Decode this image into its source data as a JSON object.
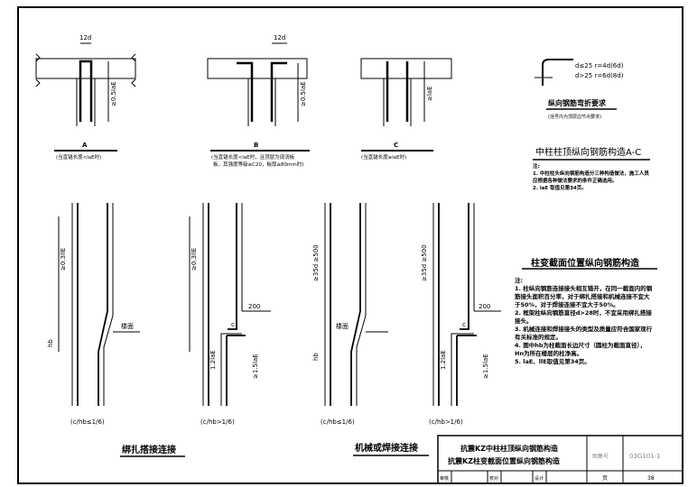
{
  "details": {
    "A": {
      "label": "A",
      "condition": "(当直锚长度<laE时)",
      "dim_top": "12d",
      "dim_side": "≥0.5laE"
    },
    "B": {
      "label": "B",
      "condition_line1": "(当直锚长度<laE时，且顶层为现浇板",
      "condition_line2": "板，其强度等级≥C20，板厚≥80mm时)",
      "dim_top": "12d",
      "dim_side": "≥0.5laE"
    },
    "C": {
      "label": "C",
      "condition": "(当直锚长度≥laE时)",
      "dim_side": "≥laE"
    }
  },
  "bend": {
    "rule1": "d≤25  r=4d(6d)",
    "rule2": "d>25  r=6d(8d)",
    "title": "纵向钢筋弯折要求",
    "subtitle": "(括号内为顶层边节点要求)"
  },
  "section1": {
    "title": "中柱柱顶纵向钢筋构造A-C",
    "notes_prefix": "注:",
    "notes": [
      "1. 中柱柱头纵向钢筋构造分三种构造做法，施工人员应根据各种做法要求的条件正确选用。",
      "2. laE 取值见第34页。"
    ]
  },
  "section2": {
    "title": "柱变截面位置纵向钢筋构造",
    "notes_prefix": "注:",
    "notes": [
      "1. 柱纵向钢筋连接接头相互错开，在同一截面内的钢筋接头面积百分率，对于绑扎搭接和机械连接不宜大于50%，对于焊接连接不宜大于50%。",
      "2. 框架柱纵向钢筋直径d>28时，不宜采用绑扎搭接接头。",
      "3. 机械连接和焊接接头的类型及质量应符合国家现行有关标准的规定。",
      "4. 图中hb为柱截面长边尺寸（圆柱为截面直径），Hn为所在楼层的柱净高。",
      "5. laE、llE取值见第34页。"
    ]
  },
  "columns": {
    "ratio_le": "(c/hb≤1/6)",
    "ratio_gt": "(c/hb>1/6)",
    "dim_c": "c",
    "dim_200": "200",
    "dim_15": "≥1.5laE",
    "dim_12": "1.2laE",
    "dim_lle": "≥0.3llE",
    "dim_500": "≥35d ≥500",
    "floor": "楼面",
    "hb": "hb"
  },
  "captions": {
    "lap": "绑扎搭接连接",
    "mech": "机械或焊接连接"
  },
  "titleblock": {
    "title1": "抗震KZ中柱柱顶纵向钢筋构造",
    "title2": "抗震KZ柱变截面位置纵向钢筋构造",
    "atlas_label": "图集号",
    "atlas_no": "03G101-1",
    "review": "审核",
    "check": "校对",
    "design": "设计",
    "page_label": "页",
    "page_no": "38"
  }
}
